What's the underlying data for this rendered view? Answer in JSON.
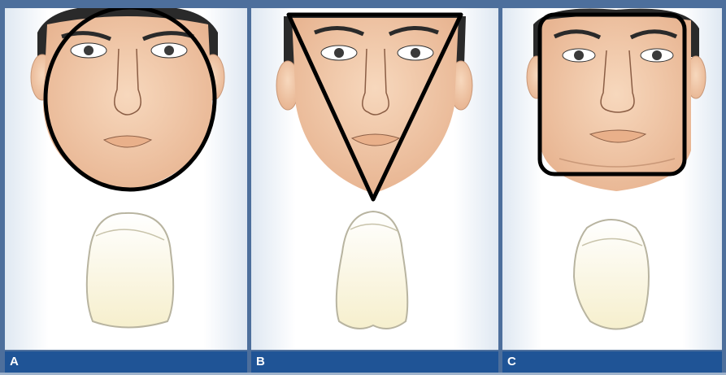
{
  "panels": [
    {
      "label": "A",
      "face_shape": "oval",
      "tooth_shape": "oval"
    },
    {
      "label": "B",
      "face_shape": "triangle",
      "tooth_shape": "triangle"
    },
    {
      "label": "C",
      "face_shape": "square",
      "tooth_shape": "square"
    }
  ],
  "colors": {
    "frame": "#4d6f9c",
    "label_bar": "#1f5496",
    "label_text": "#ffffff",
    "skin": "#f2c9a8",
    "hair": "#2a2a2a",
    "outline": "#000000",
    "tooth_fill": "#fbf6d8",
    "tooth_stroke": "#b8b4a0"
  }
}
